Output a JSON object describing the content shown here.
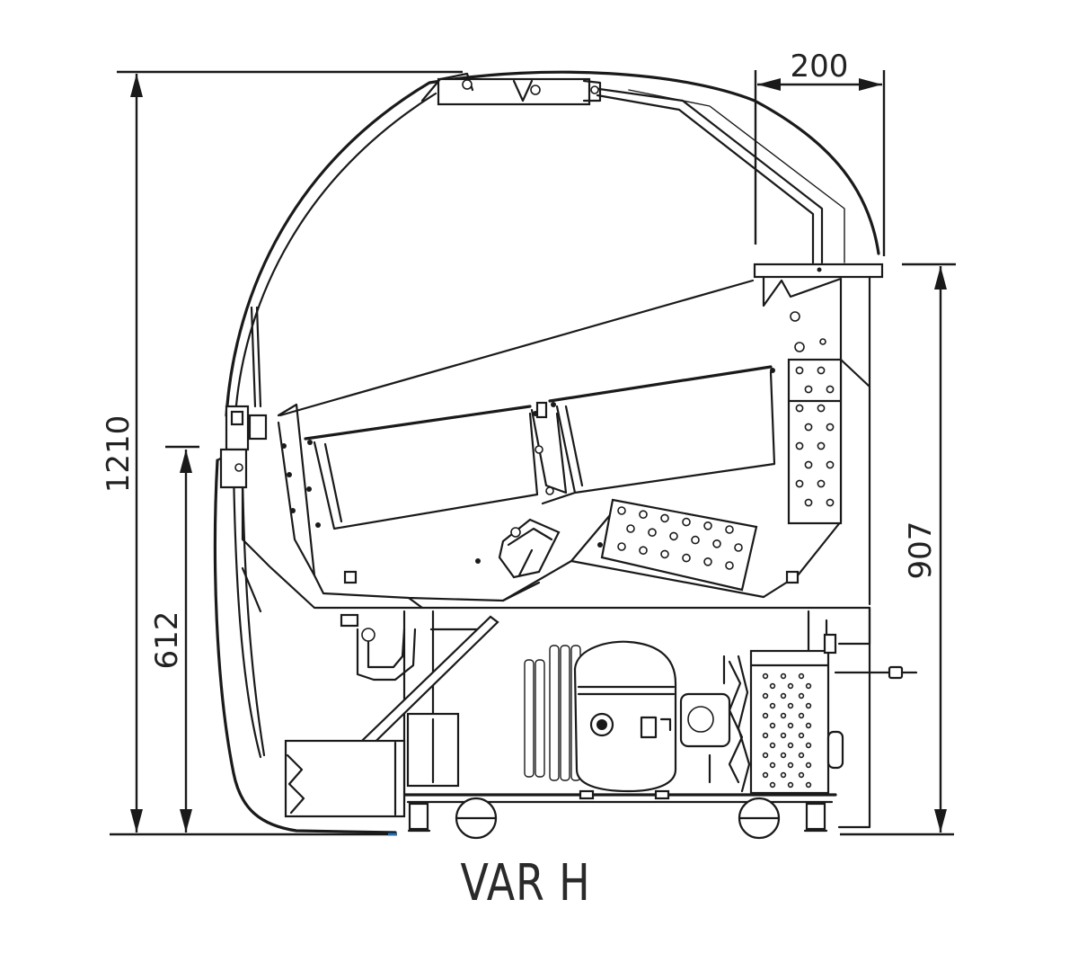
{
  "drawing": {
    "model_label": "VAR H",
    "dimensions": {
      "total_height": "1210",
      "front_height": "612",
      "counter_height": "907",
      "top_depth": "200"
    },
    "colors": {
      "line": "#1a1a1a",
      "accent_blue": "#1f6fb5"
    }
  }
}
